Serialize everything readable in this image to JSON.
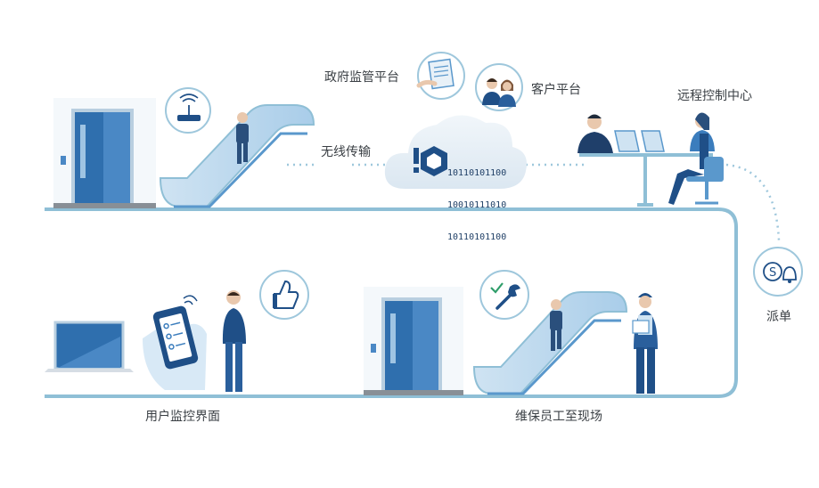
{
  "labels": {
    "gov_platform": "政府监管平台",
    "customer_platform": "客户平台",
    "remote_center": "远程控制中心",
    "wireless": "无线传输",
    "dispatch": "派单",
    "user_monitor": "用户监控界面",
    "maintenance": "维保员工至现场"
  },
  "binary_code": [
    "10110101100",
    "10010111010",
    "10110101100"
  ],
  "colors": {
    "line": "#8fbfd6",
    "dark_blue": "#1f4f87",
    "mid_blue": "#3b7dbd",
    "light_blue": "#a9cde9",
    "icon_ring": "#9ec7dc",
    "skin": "#e9c8ad"
  },
  "icons": {
    "router": "wifi-router-icon",
    "thumbs_up": "thumbs-up-icon",
    "wrench": "wrench-check-icon",
    "dispatch": "dispatch-bell-icon"
  }
}
